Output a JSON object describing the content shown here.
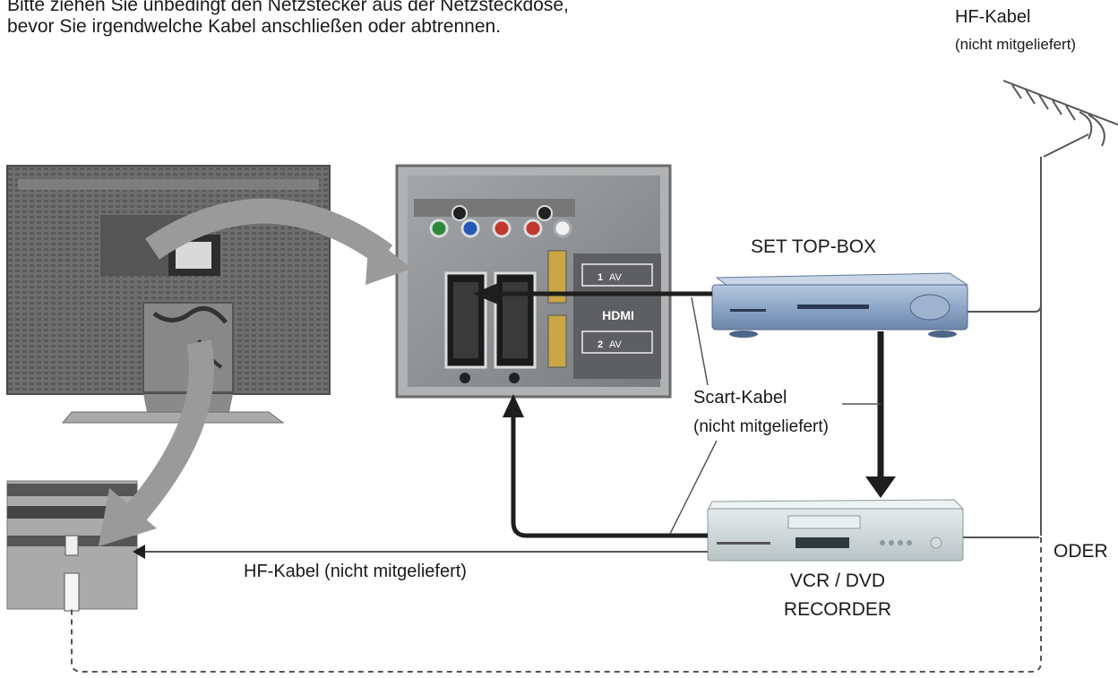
{
  "instruction": {
    "line1": "Bitte ziehen Sie unbedingt den Netzstecker aus der Netzsteckdose,",
    "line2": "bevor Sie irgendwelche Kabel anschließen oder abtrennen."
  },
  "labels": {
    "hf_top_title": "HF-Kabel",
    "hf_top_note": "(nicht mitgeliefert)",
    "set_top_box": "SET TOP-BOX",
    "scart_title": "Scart-Kabel",
    "scart_note": "(nicht mitgeliefert)",
    "hf_bottom": "HF-Kabel (nicht mitgeliefert)",
    "vcr_line1": "VCR / DVD",
    "vcr_line2": "RECORDER",
    "oder": "ODER",
    "hdmi": "HDMI",
    "av1": "AV",
    "av2": "AV",
    "av1_num": "1",
    "av2_num": "2"
  },
  "colors": {
    "cable": "#1e1e1e",
    "arrow_gray": "#9a9a9a",
    "tv_gray": "#6f6f6f",
    "panel_gray": "#8a8c8e",
    "stb_blue": "#8fa7c8",
    "vcr_silver": "#cfd6d8"
  }
}
